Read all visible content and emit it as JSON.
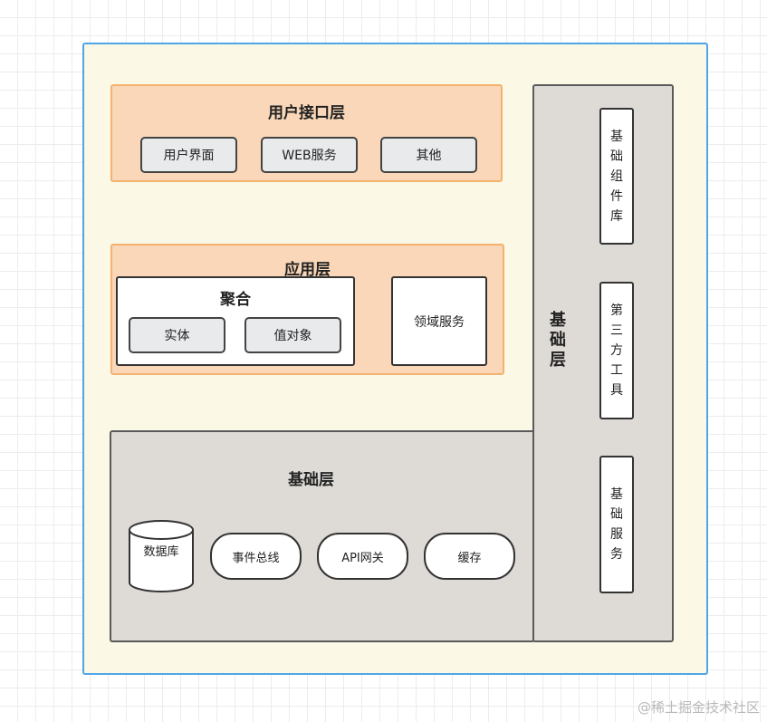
{
  "user_interface_layer": {
    "title": "用户接口层",
    "items": [
      "用户界面",
      "WEB服务",
      "其他"
    ]
  },
  "application_layer": {
    "title": "应用层",
    "aggregate": {
      "title": "聚合",
      "items": [
        "实体",
        "值对象"
      ]
    },
    "domain_service": "领域服务"
  },
  "infrastructure_layer": {
    "title": "基础层",
    "database": "数据库",
    "items": [
      "事件总线",
      "API网关",
      "缓存"
    ]
  },
  "foundation_column": {
    "title": "基础层",
    "items": [
      "基础组件库",
      "第三方工具",
      "基础服务"
    ]
  },
  "watermark": "@稀土掘金技术社区",
  "colors": {
    "frame_border": "#4fa5e6",
    "frame_fill": "#fbf8e6",
    "orange_fill": "#fad7b8",
    "orange_border": "#f4b26e",
    "gray_fill": "#dedad6"
  }
}
